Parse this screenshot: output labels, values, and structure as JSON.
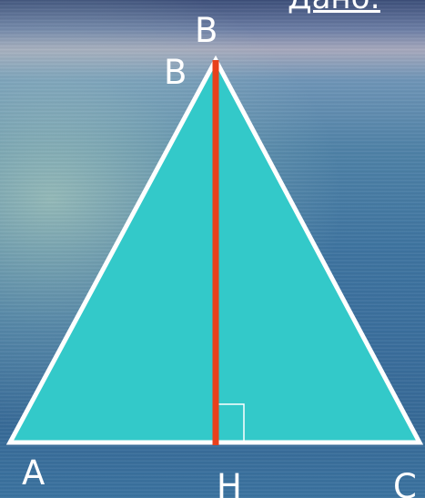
{
  "title_fragment": "Дано:",
  "labels": {
    "B_top": "B",
    "B_vertex": "B",
    "A": "A",
    "H": "H",
    "C": "C"
  },
  "colors": {
    "triangle_fill": "#33c9c9",
    "triangle_stroke": "#ffffff",
    "height_line": "#e8401c",
    "right_angle_mark": "#ffffff",
    "label_text": "#ffffff"
  }
}
